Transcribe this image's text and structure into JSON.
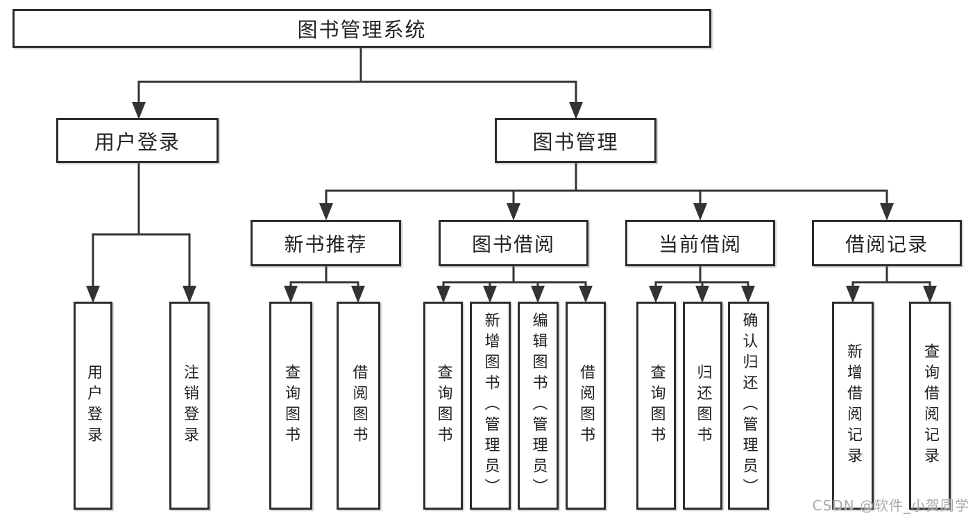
{
  "root": {
    "label": "图书管理系统"
  },
  "level2": [
    {
      "label": "用户登录"
    },
    {
      "label": "图书管理"
    }
  ],
  "level3": [
    {
      "label": "新书推荐"
    },
    {
      "label": "图书借阅"
    },
    {
      "label": "当前借阅"
    },
    {
      "label": "借阅记录"
    }
  ],
  "leaves": [
    {
      "label": "用户登录"
    },
    {
      "label": "注销登录"
    },
    {
      "label": "查询图书"
    },
    {
      "label": "借阅图书"
    },
    {
      "label": "查询图书"
    },
    {
      "label": "新增图书（管理员）"
    },
    {
      "label": "编辑图书（管理员）"
    },
    {
      "label": "借阅图书"
    },
    {
      "label": "查询图书"
    },
    {
      "label": "归还图书"
    },
    {
      "label": "确认归还（管理员）"
    },
    {
      "label": "新增借阅记录"
    },
    {
      "label": "查询借阅记录"
    }
  ],
  "watermark": "CSDN @软件_小贺同学",
  "colors": {
    "line": "#333333",
    "box_border": "#2d2d2d",
    "text": "#222222",
    "watermark": "#a5a5a5",
    "background": "#ffffff"
  }
}
